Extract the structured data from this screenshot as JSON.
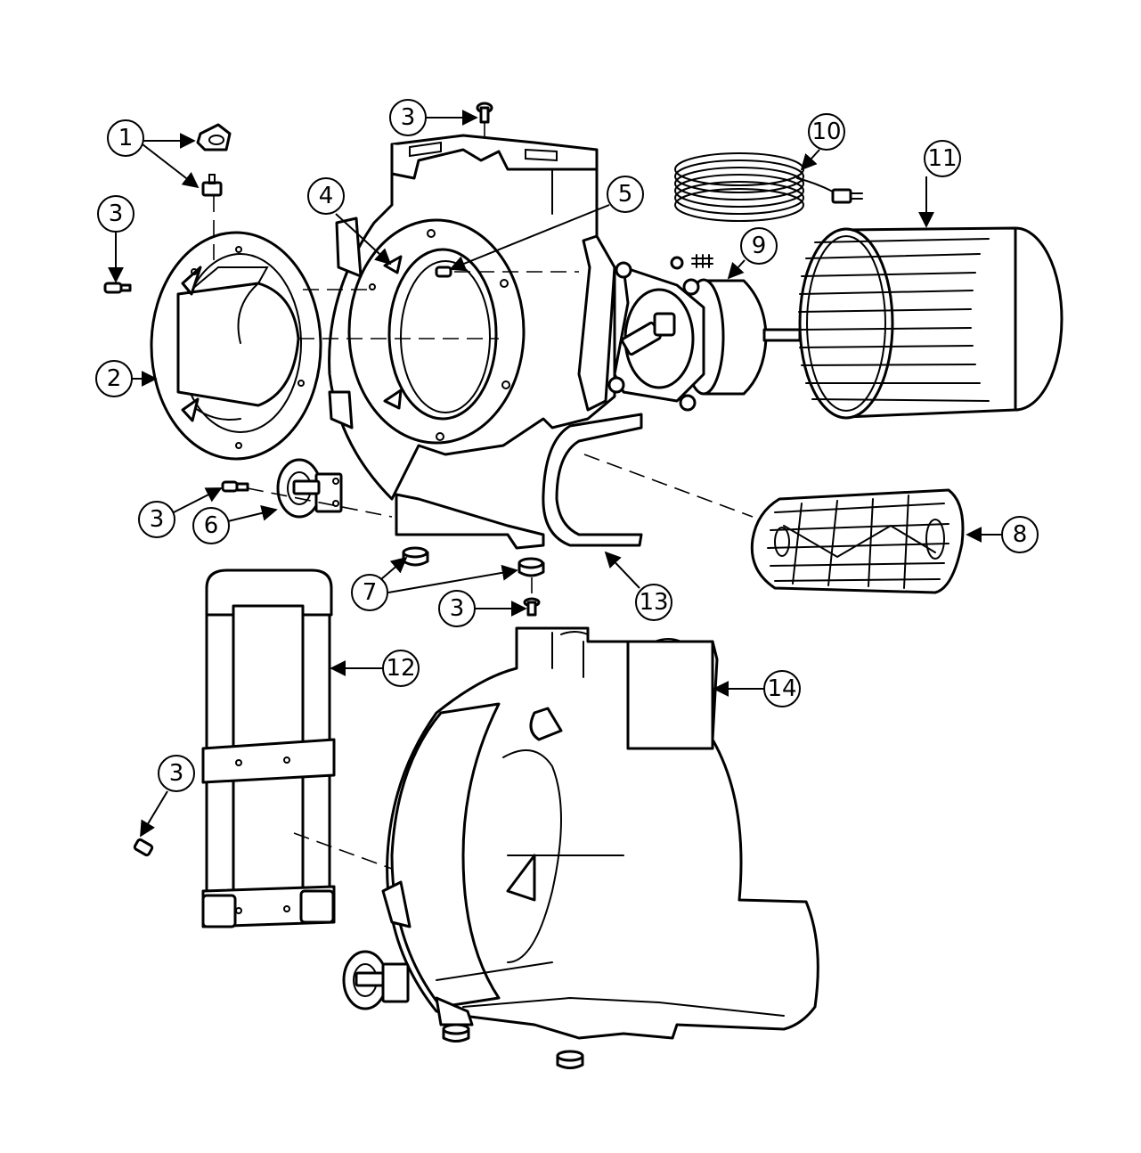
{
  "colors": {
    "line": "#000000",
    "paper": "#ffffff"
  },
  "callouts": [
    {
      "id": "1",
      "label": "1"
    },
    {
      "id": "2",
      "label": "2"
    },
    {
      "id": "3a",
      "label": "3"
    },
    {
      "id": "3b",
      "label": "3"
    },
    {
      "id": "3c",
      "label": "3"
    },
    {
      "id": "3d",
      "label": "3"
    },
    {
      "id": "3e",
      "label": "3"
    },
    {
      "id": "4",
      "label": "4"
    },
    {
      "id": "5",
      "label": "5"
    },
    {
      "id": "6",
      "label": "6"
    },
    {
      "id": "7",
      "label": "7"
    },
    {
      "id": "8",
      "label": "8"
    },
    {
      "id": "9",
      "label": "9"
    },
    {
      "id": "10",
      "label": "10"
    },
    {
      "id": "11",
      "label": "11"
    },
    {
      "id": "12",
      "label": "12"
    },
    {
      "id": "13",
      "label": "13"
    },
    {
      "id": "14",
      "label": "14"
    }
  ]
}
